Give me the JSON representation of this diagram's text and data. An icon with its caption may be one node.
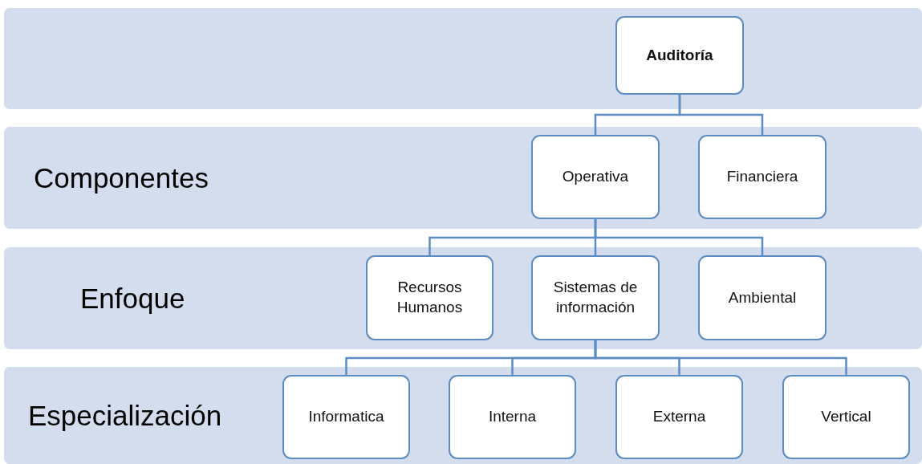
{
  "diagram": {
    "nodes": [
      {
        "text": [],
        "shape": "box"
      },
      {
        "text": [
          "Auditoría"
        ],
        "in": 0
      },
      {
        "text": [
          "Componentes"
        ]
      },
      {
        "text": [
          "Operativa"
        ],
        "in": 2
      },
      {
        "text": [
          "Financiera"
        ],
        "in": 2
      },
      {
        "text": [
          "Enfoque"
        ]
      },
      {
        "text": [
          "Recursos Humanos"
        ],
        "in": 5
      },
      {
        "text": [
          "Sistemas de información"
        ],
        "in": 5
      },
      {
        "text": [
          "Ambiental"
        ],
        "in": 5
      },
      {
        "text": [
          "Especialización"
        ]
      },
      {
        "text": [
          "Informatica"
        ],
        "in": 9
      },
      {
        "text": [
          "Interna"
        ],
        "in": 9
      },
      {
        "text": [
          "Externa"
        ],
        "in": 9
      },
      {
        "text": [
          "Vertical"
        ],
        "in": 9
      }
    ],
    "edges": [
      {
        "from": 1,
        "to": 3,
        "arrow": "none"
      },
      {
        "from": 1,
        "to": 4,
        "arrow": "none"
      },
      {
        "from": 3,
        "to": 6,
        "arrow": "none"
      },
      {
        "from": 3,
        "to": 7,
        "arrow": "none"
      },
      {
        "from": 3,
        "to": 8,
        "arrow": "none"
      },
      {
        "from": 7,
        "to": 10,
        "arrow": "none"
      },
      {
        "from": 7,
        "to": 11,
        "arrow": "none"
      },
      {
        "from": 7,
        "to": 12,
        "arrow": "none"
      },
      {
        "from": 7,
        "to": 13,
        "arrow": "none"
      }
    ]
  }
}
